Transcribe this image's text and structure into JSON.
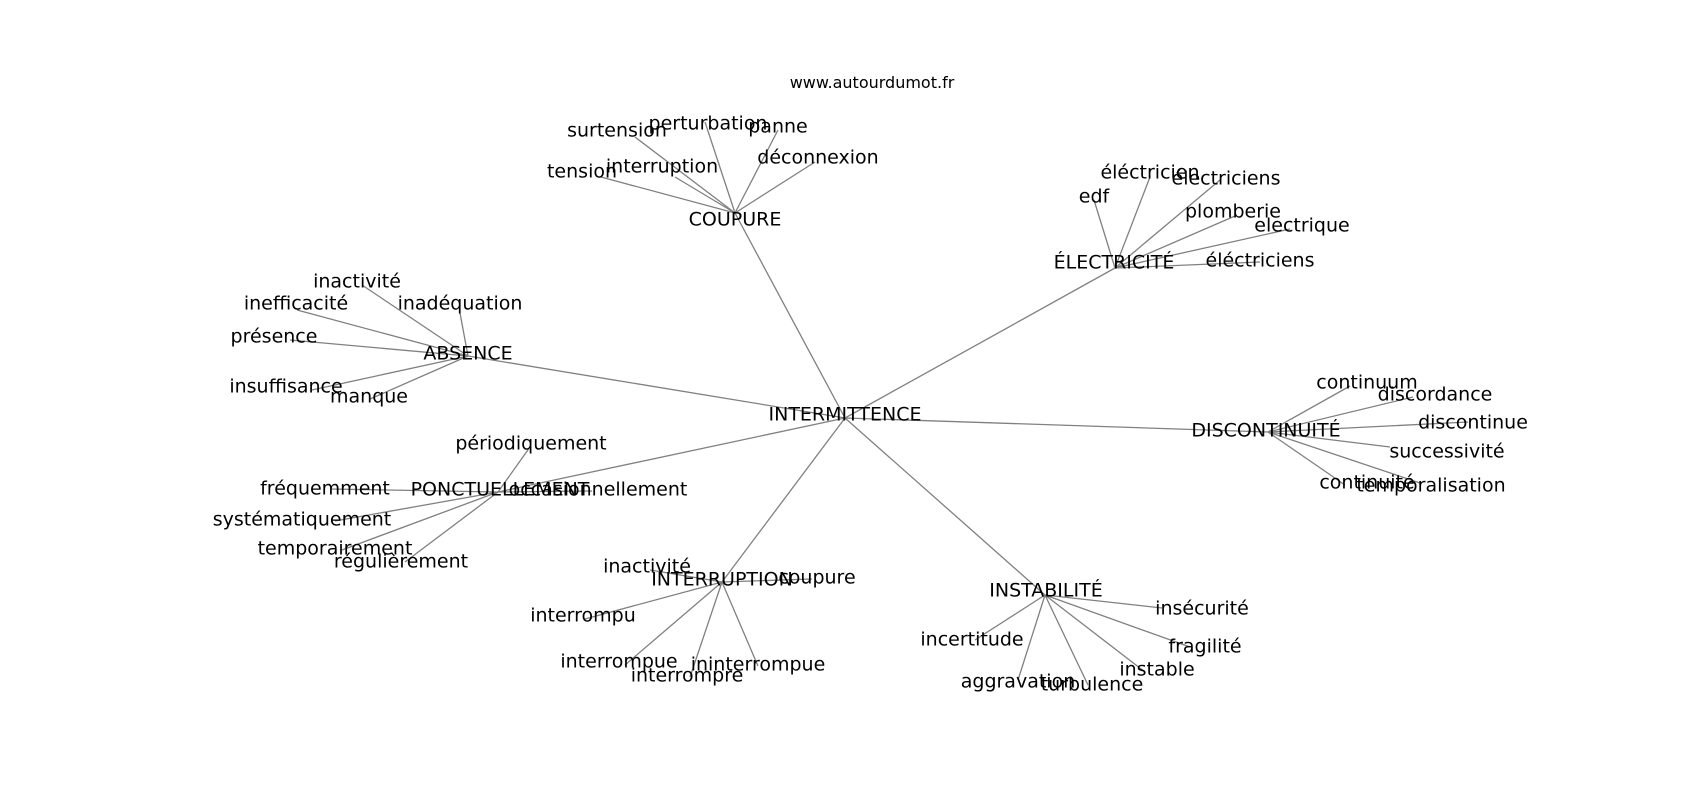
{
  "watermark": "www.autourdumot.fr",
  "colors": {
    "edge": "#808080",
    "text": "#000000",
    "background": "#ffffff"
  },
  "graph": {
    "root": {
      "id": "intermittence",
      "label": "INTERMITTENCE"
    },
    "clusters": [
      {
        "id": "coupure",
        "label": "COUPURE",
        "leaves": [
          "surtension",
          "perturbation",
          "panne",
          "déconnexion",
          "interruption",
          "tension"
        ]
      },
      {
        "id": "electricite",
        "label": "ÉLECTRICITÉ",
        "leaves": [
          "éléctricien",
          "électriciens",
          "edf",
          "plomberie",
          "electrique",
          "éléctriciens"
        ]
      },
      {
        "id": "absence",
        "label": "ABSENCE",
        "leaves": [
          "inactivité",
          "inefficacité",
          "inadéquation",
          "présence",
          "insuffisance",
          "manque"
        ]
      },
      {
        "id": "discontinuite",
        "label": "DISCONTINUITÉ",
        "leaves": [
          "continuum",
          "discordance",
          "discontinue",
          "successivité",
          "continuité",
          "temporalisation"
        ]
      },
      {
        "id": "ponctuellement",
        "label": "PONCTUELLEMENT",
        "leaves": [
          "périodiquement",
          "fréquemment",
          "occasionnellement",
          "systématiquement",
          "temporairement",
          "régulièrement"
        ]
      },
      {
        "id": "interruption",
        "label": "INTERRUPTION",
        "leaves": [
          "inactivité",
          "coupure",
          "interrompu",
          "interrompue",
          "ininterrompue",
          "interrompre"
        ]
      },
      {
        "id": "instabilite",
        "label": "INSTABILITÉ",
        "leaves": [
          "insécurité",
          "incertitude",
          "fragilité",
          "instable",
          "aggravation",
          "turbulence"
        ]
      }
    ]
  }
}
